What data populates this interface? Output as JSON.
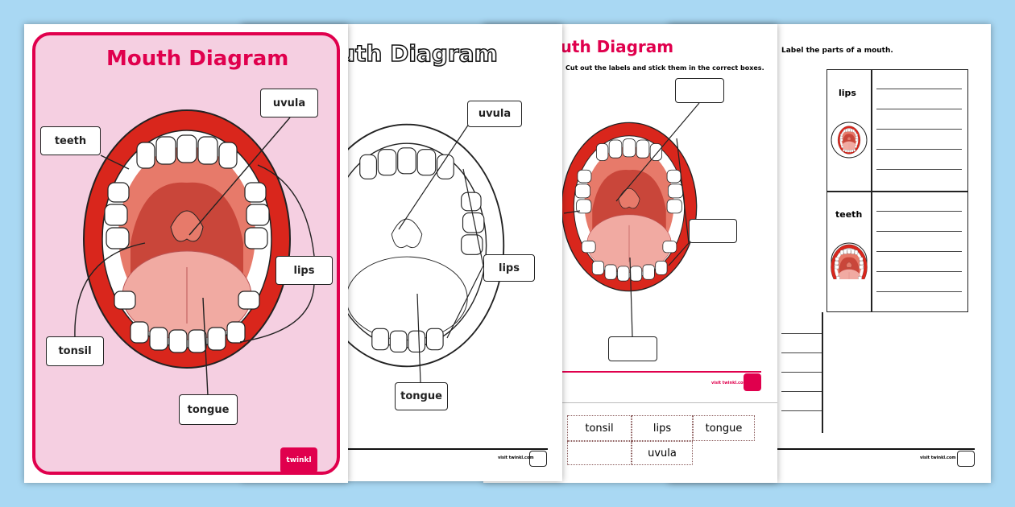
{
  "poster": {
    "title": "Mouth Diagram",
    "labels": {
      "teeth": "teeth",
      "uvula": "uvula",
      "lips": "lips",
      "tonsil": "tonsil",
      "tongue": "tongue"
    },
    "logo": "twinkl"
  },
  "colouring": {
    "title": "Mouth Diagram",
    "labels": {
      "uvula": "uvula",
      "lips": "lips",
      "tongue": "tongue"
    }
  },
  "cut_stick": {
    "title": "Mouth Diagram",
    "instruction": "Cut out the labels and stick them in the correct boxes.",
    "footer": "visit twinkl.com",
    "cutouts": [
      "tonsil",
      "lips",
      "tongue",
      "",
      "uvula"
    ]
  },
  "worksheet": {
    "instruction": "Label the parts of a mouth.",
    "rows": [
      "lips",
      "teeth"
    ],
    "footer": "visit twinkl.com"
  },
  "colors": {
    "background": "#a9d8f3",
    "accent": "#e0004d",
    "poster_bg": "#f5cfe1",
    "lips": "#d9261c"
  }
}
